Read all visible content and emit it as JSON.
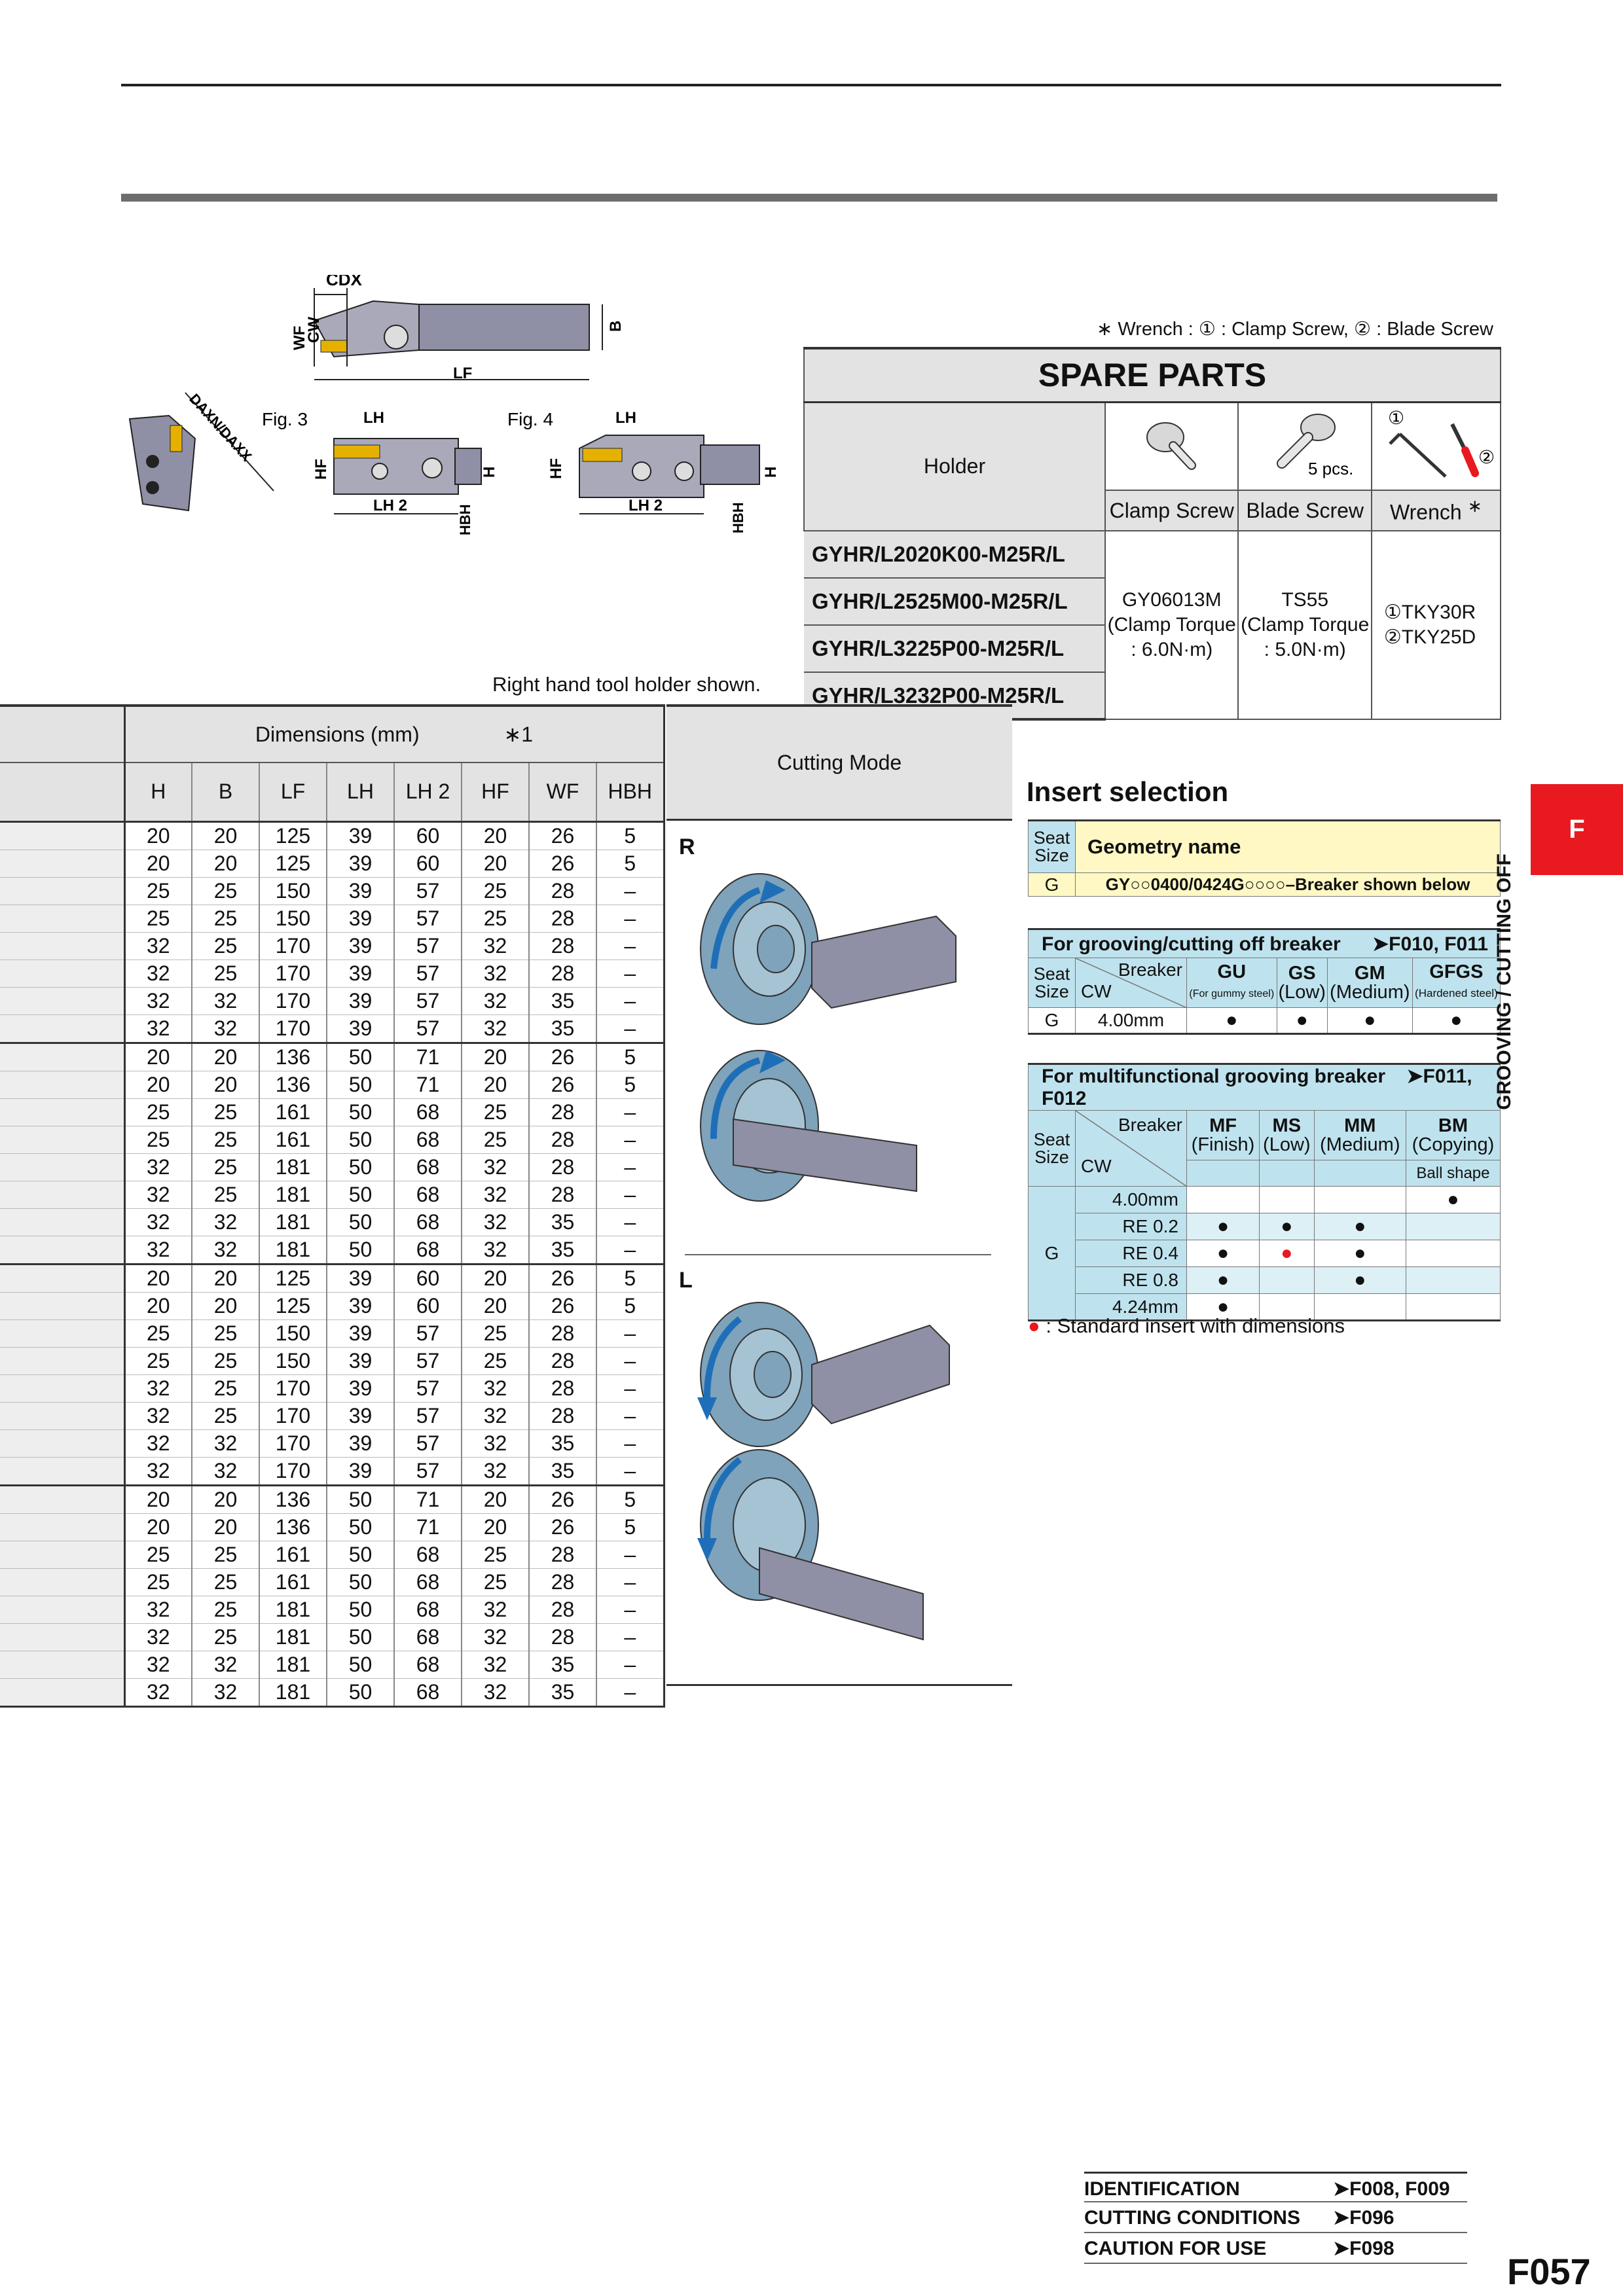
{
  "figures": {
    "top_labels": [
      "CDX",
      "WF",
      "CW",
      "B",
      "LF"
    ],
    "fig3": {
      "label": "Fig. 3",
      "dims": [
        "LH",
        "HF",
        "H",
        "LH 2",
        "HBH"
      ]
    },
    "fig4": {
      "label": "Fig. 4",
      "dims": [
        "LH",
        "HF",
        "H",
        "LH 2",
        "HBH"
      ]
    },
    "insert_view": {
      "label": "DAXN/DAXX"
    },
    "note": "Right hand tool holder shown."
  },
  "spare_parts": {
    "wrench_note": "∗ Wrench : ① : Clamp Screw, ② : Blade Screw",
    "title": "SPARE PARTS",
    "holder_label": "Holder",
    "pcs_label": "5 pcs.",
    "wrench_marks": [
      "①",
      "②"
    ],
    "columns": [
      "Clamp Screw",
      "Blade Screw",
      "Wrench"
    ],
    "wrench_star": "∗",
    "holders": [
      "GYHR/L2020K00-M25R/L",
      "GYHR/L2525M00-M25R/L",
      "GYHR/L3225P00-M25R/L",
      "GYHR/L3232P00-M25R/L"
    ],
    "clamp_screw": {
      "part": "GY06013M",
      "torque1": "(Clamp Torque",
      "torque2": ": 6.0N·m)"
    },
    "blade_screw": {
      "part": "TS55",
      "torque1": "(Clamp Torque",
      "torque2": ": 5.0N·m)"
    },
    "wrench": {
      "w1": "①TKY30R",
      "w2": "②TKY25D"
    }
  },
  "dimensions": {
    "group_title": "Dimensions (mm)",
    "note_mark": "∗1",
    "headers": [
      "H",
      "B",
      "LF",
      "LH",
      "LH 2",
      "HF",
      "WF",
      "HBH"
    ],
    "rows": [
      [
        "20",
        "20",
        "125",
        "39",
        "60",
        "20",
        "26",
        "5"
      ],
      [
        "20",
        "20",
        "125",
        "39",
        "60",
        "20",
        "26",
        "5"
      ],
      [
        "25",
        "25",
        "150",
        "39",
        "57",
        "25",
        "28",
        "–"
      ],
      [
        "25",
        "25",
        "150",
        "39",
        "57",
        "25",
        "28",
        "–"
      ],
      [
        "32",
        "25",
        "170",
        "39",
        "57",
        "32",
        "28",
        "–"
      ],
      [
        "32",
        "25",
        "170",
        "39",
        "57",
        "32",
        "28",
        "–"
      ],
      [
        "32",
        "32",
        "170",
        "39",
        "57",
        "32",
        "35",
        "–"
      ],
      [
        "32",
        "32",
        "170",
        "39",
        "57",
        "32",
        "35",
        "–"
      ],
      [
        "20",
        "20",
        "136",
        "50",
        "71",
        "20",
        "26",
        "5"
      ],
      [
        "20",
        "20",
        "136",
        "50",
        "71",
        "20",
        "26",
        "5"
      ],
      [
        "25",
        "25",
        "161",
        "50",
        "68",
        "25",
        "28",
        "–"
      ],
      [
        "25",
        "25",
        "161",
        "50",
        "68",
        "25",
        "28",
        "–"
      ],
      [
        "32",
        "25",
        "181",
        "50",
        "68",
        "32",
        "28",
        "–"
      ],
      [
        "32",
        "25",
        "181",
        "50",
        "68",
        "32",
        "28",
        "–"
      ],
      [
        "32",
        "32",
        "181",
        "50",
        "68",
        "32",
        "35",
        "–"
      ],
      [
        "32",
        "32",
        "181",
        "50",
        "68",
        "32",
        "35",
        "–"
      ],
      [
        "20",
        "20",
        "125",
        "39",
        "60",
        "20",
        "26",
        "5"
      ],
      [
        "20",
        "20",
        "125",
        "39",
        "60",
        "20",
        "26",
        "5"
      ],
      [
        "25",
        "25",
        "150",
        "39",
        "57",
        "25",
        "28",
        "–"
      ],
      [
        "25",
        "25",
        "150",
        "39",
        "57",
        "25",
        "28",
        "–"
      ],
      [
        "32",
        "25",
        "170",
        "39",
        "57",
        "32",
        "28",
        "–"
      ],
      [
        "32",
        "25",
        "170",
        "39",
        "57",
        "32",
        "28",
        "–"
      ],
      [
        "32",
        "32",
        "170",
        "39",
        "57",
        "32",
        "35",
        "–"
      ],
      [
        "32",
        "32",
        "170",
        "39",
        "57",
        "32",
        "35",
        "–"
      ],
      [
        "20",
        "20",
        "136",
        "50",
        "71",
        "20",
        "26",
        "5"
      ],
      [
        "20",
        "20",
        "136",
        "50",
        "71",
        "20",
        "26",
        "5"
      ],
      [
        "25",
        "25",
        "161",
        "50",
        "68",
        "25",
        "28",
        "–"
      ],
      [
        "25",
        "25",
        "161",
        "50",
        "68",
        "25",
        "28",
        "–"
      ],
      [
        "32",
        "25",
        "181",
        "50",
        "68",
        "32",
        "28",
        "–"
      ],
      [
        "32",
        "25",
        "181",
        "50",
        "68",
        "32",
        "28",
        "–"
      ],
      [
        "32",
        "32",
        "181",
        "50",
        "68",
        "32",
        "35",
        "–"
      ],
      [
        "32",
        "32",
        "181",
        "50",
        "68",
        "32",
        "35",
        "–"
      ]
    ]
  },
  "cutting_mode": {
    "title": "Cutting Mode",
    "right": "R",
    "left": "L"
  },
  "insert_selection": {
    "title": "Insert selection",
    "seat_size": "Seat Size",
    "geometry_name": "Geometry name",
    "seat_g": "G",
    "geometry_value": "GY○○0400/0424G○○○○–Breaker shown below",
    "grooving": {
      "title": "For grooving/cutting off breaker",
      "ref": "➤F010, F011",
      "breaker": "Breaker",
      "cw": "CW",
      "columns": [
        {
          "code": "GU",
          "sub": "(For gummy steel)"
        },
        {
          "code": "GS",
          "sub": "(Low)"
        },
        {
          "code": "GM",
          "sub": "(Medium)"
        },
        {
          "code": "GFGS",
          "sub": "(Hardened steel)"
        }
      ],
      "row": {
        "seat": "G",
        "cw": "4.00mm",
        "marks": [
          "●",
          "●",
          "●",
          "●"
        ]
      }
    },
    "multi": {
      "title": "For multifunctional grooving breaker",
      "ref": "➤F011, F012",
      "breaker": "Breaker",
      "cw": "CW",
      "columns": [
        {
          "code": "MF",
          "sub": "(Finish)"
        },
        {
          "code": "MS",
          "sub": "(Low)"
        },
        {
          "code": "MM",
          "sub": "(Medium)"
        },
        {
          "code": "BM",
          "sub": "(Copying)"
        }
      ],
      "ball_shape": "Ball shape",
      "seat": "G",
      "rows": [
        {
          "cw": "4.00mm",
          "marks": [
            "",
            "",
            "",
            "●"
          ]
        },
        {
          "cw": "RE 0.2",
          "marks": [
            "●",
            "●",
            "●",
            ""
          ]
        },
        {
          "cw": "RE 0.4",
          "marks": [
            "●",
            "●",
            "●",
            ""
          ]
        },
        {
          "cw": "RE 0.8",
          "marks": [
            "●",
            "",
            "●",
            ""
          ]
        },
        {
          "cw": "4.24mm",
          "marks": [
            "●",
            "",
            "",
            ""
          ]
        }
      ]
    },
    "std_note": ": Standard insert with dimensions",
    "std_mark": "●"
  },
  "side_tab": {
    "letter": "F",
    "section": "GROOVING / CUTTING OFF"
  },
  "references": [
    {
      "label": "IDENTIFICATION",
      "ref": "➤F008, F009"
    },
    {
      "label": "CUTTING CONDITIONS",
      "ref": "➤F096"
    },
    {
      "label": "CAUTION FOR USE",
      "ref": "➤F098"
    }
  ],
  "page_number": "F057",
  "colors": {
    "accent_red": "#e8191f",
    "table_blue": "#bfe3ee",
    "header_yellow": "#fff8c4",
    "header_grey": "#e3e3e3"
  }
}
